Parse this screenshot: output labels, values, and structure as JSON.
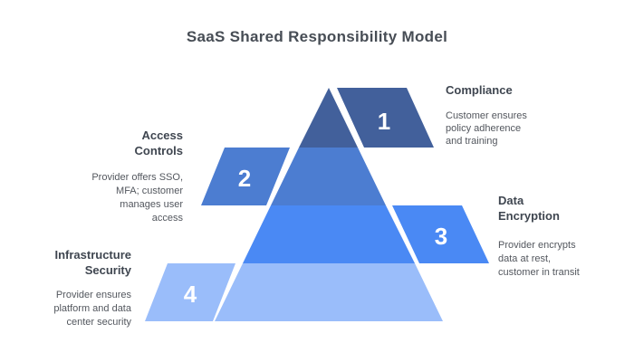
{
  "title": "SaaS Shared Responsibility Model",
  "colors": {
    "background": "#ffffff",
    "title_text": "#474d55",
    "heading_text": "#3f4650",
    "body_text": "#53575e",
    "number_text": "#ffffff",
    "level1": "#42609b",
    "level2": "#4c7dd1",
    "level3": "#4a89f4",
    "level4": "#9abdfa"
  },
  "levels": [
    {
      "number": "1",
      "side": "right",
      "name": "Compliance",
      "name_lines": [
        "Compliance"
      ],
      "description": "Customer ensures policy adherence and training",
      "description_lines": [
        "Customer ensures",
        "policy adherence",
        "and training"
      ]
    },
    {
      "number": "2",
      "side": "left",
      "name": "Access Controls",
      "name_lines": [
        "Access",
        "Controls"
      ],
      "description": "Provider offers SSO, MFA; customer manages user access",
      "description_lines": [
        "Provider offers SSO,",
        "MFA; customer",
        "manages user",
        "access"
      ]
    },
    {
      "number": "3",
      "side": "right",
      "name": "Data Encryption",
      "name_lines": [
        "Data",
        "Encryption"
      ],
      "description": "Provider encrypts data at rest, customer in transit",
      "description_lines": [
        "Provider encrypts",
        "data at rest,",
        "customer in transit"
      ]
    },
    {
      "number": "4",
      "side": "left",
      "name": "Infrastructure Security",
      "name_lines": [
        "Infrastructure",
        "Security"
      ],
      "description": "Provider ensures platform and data center security",
      "description_lines": [
        "Provider ensures",
        "platform and data",
        "center security"
      ]
    }
  ]
}
